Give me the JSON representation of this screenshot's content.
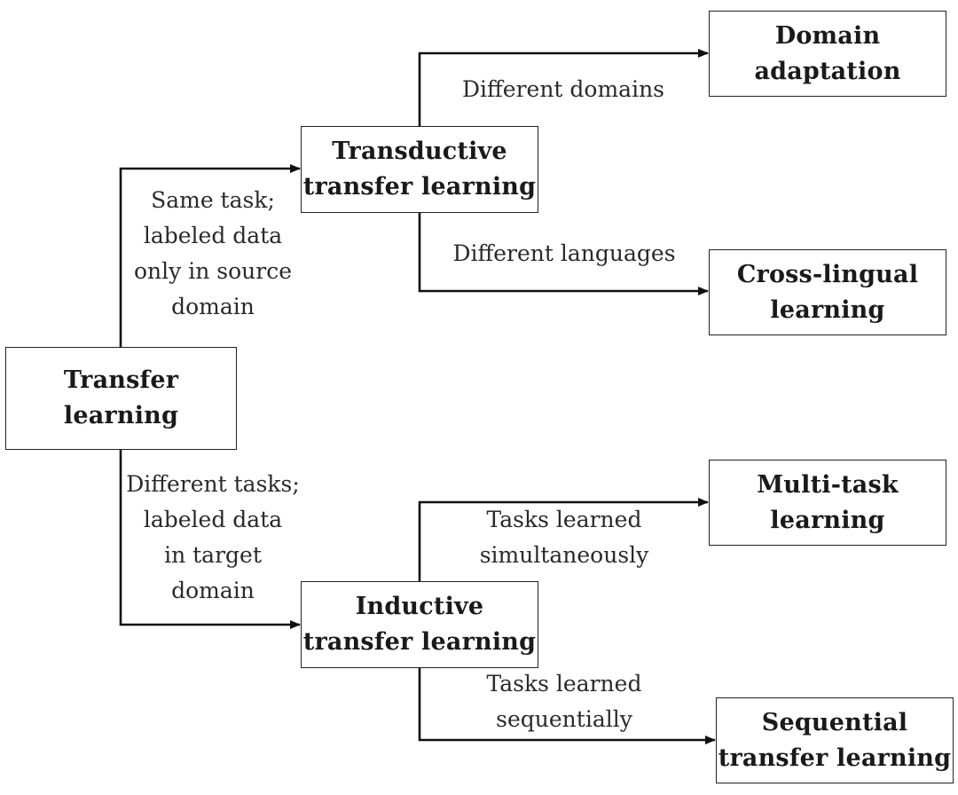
{
  "nodes": {
    "transfer": [
      "Transfer",
      "learning"
    ],
    "transductive": [
      "Transductive",
      "transfer learning"
    ],
    "inductive": [
      "Inductive",
      "transfer learning"
    ],
    "domain_adaptation": [
      "Domain",
      "adaptation"
    ],
    "cross_lingual": [
      "Cross-lingual",
      "learning"
    ],
    "multi_task": [
      "Multi-task",
      "learning"
    ],
    "sequential": [
      "Sequential",
      "transfer learning"
    ]
  },
  "edges": {
    "to_transductive": [
      "Same task;",
      "labeled data",
      "only in source",
      "domain"
    ],
    "to_inductive": [
      "Different tasks;",
      "labeled data",
      "in target",
      "domain"
    ],
    "to_domain_adaptation": [
      "Different domains"
    ],
    "to_cross_lingual": [
      "Different languages"
    ],
    "to_multi_task": [
      "Tasks learned",
      "simultaneously"
    ],
    "to_sequential": [
      "Tasks learned",
      "sequentially"
    ]
  }
}
